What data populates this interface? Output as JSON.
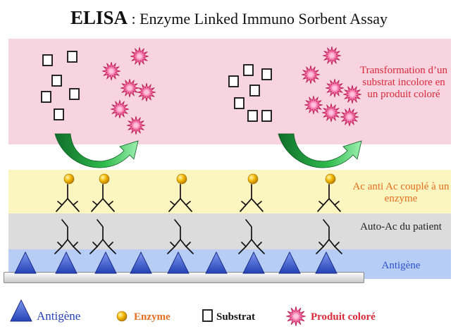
{
  "title": {
    "main": "ELISA",
    "sub": " : Enzyme Linked Immuno Sorbent Assay"
  },
  "layers": {
    "pink": "Transformation d’un substrat incolore en un produit coloré",
    "yellow": "Ac anti Ac couplé à un enzyme",
    "grey": "Auto-Ac du patient",
    "blue": "Antigène"
  },
  "legend": {
    "antigen": "Antigène",
    "enzyme": "Enzyme",
    "substrat": "Substrat",
    "produit": "Produit coloré"
  },
  "colors": {
    "antigen": "#3f63d8",
    "enzyme": "#f2b705",
    "product": "#e0245e",
    "text_red": "#d92a3a",
    "text_orange": "#e46d1e",
    "text_blue": "#2b52cf",
    "arrow": "#1f9e3a"
  }
}
